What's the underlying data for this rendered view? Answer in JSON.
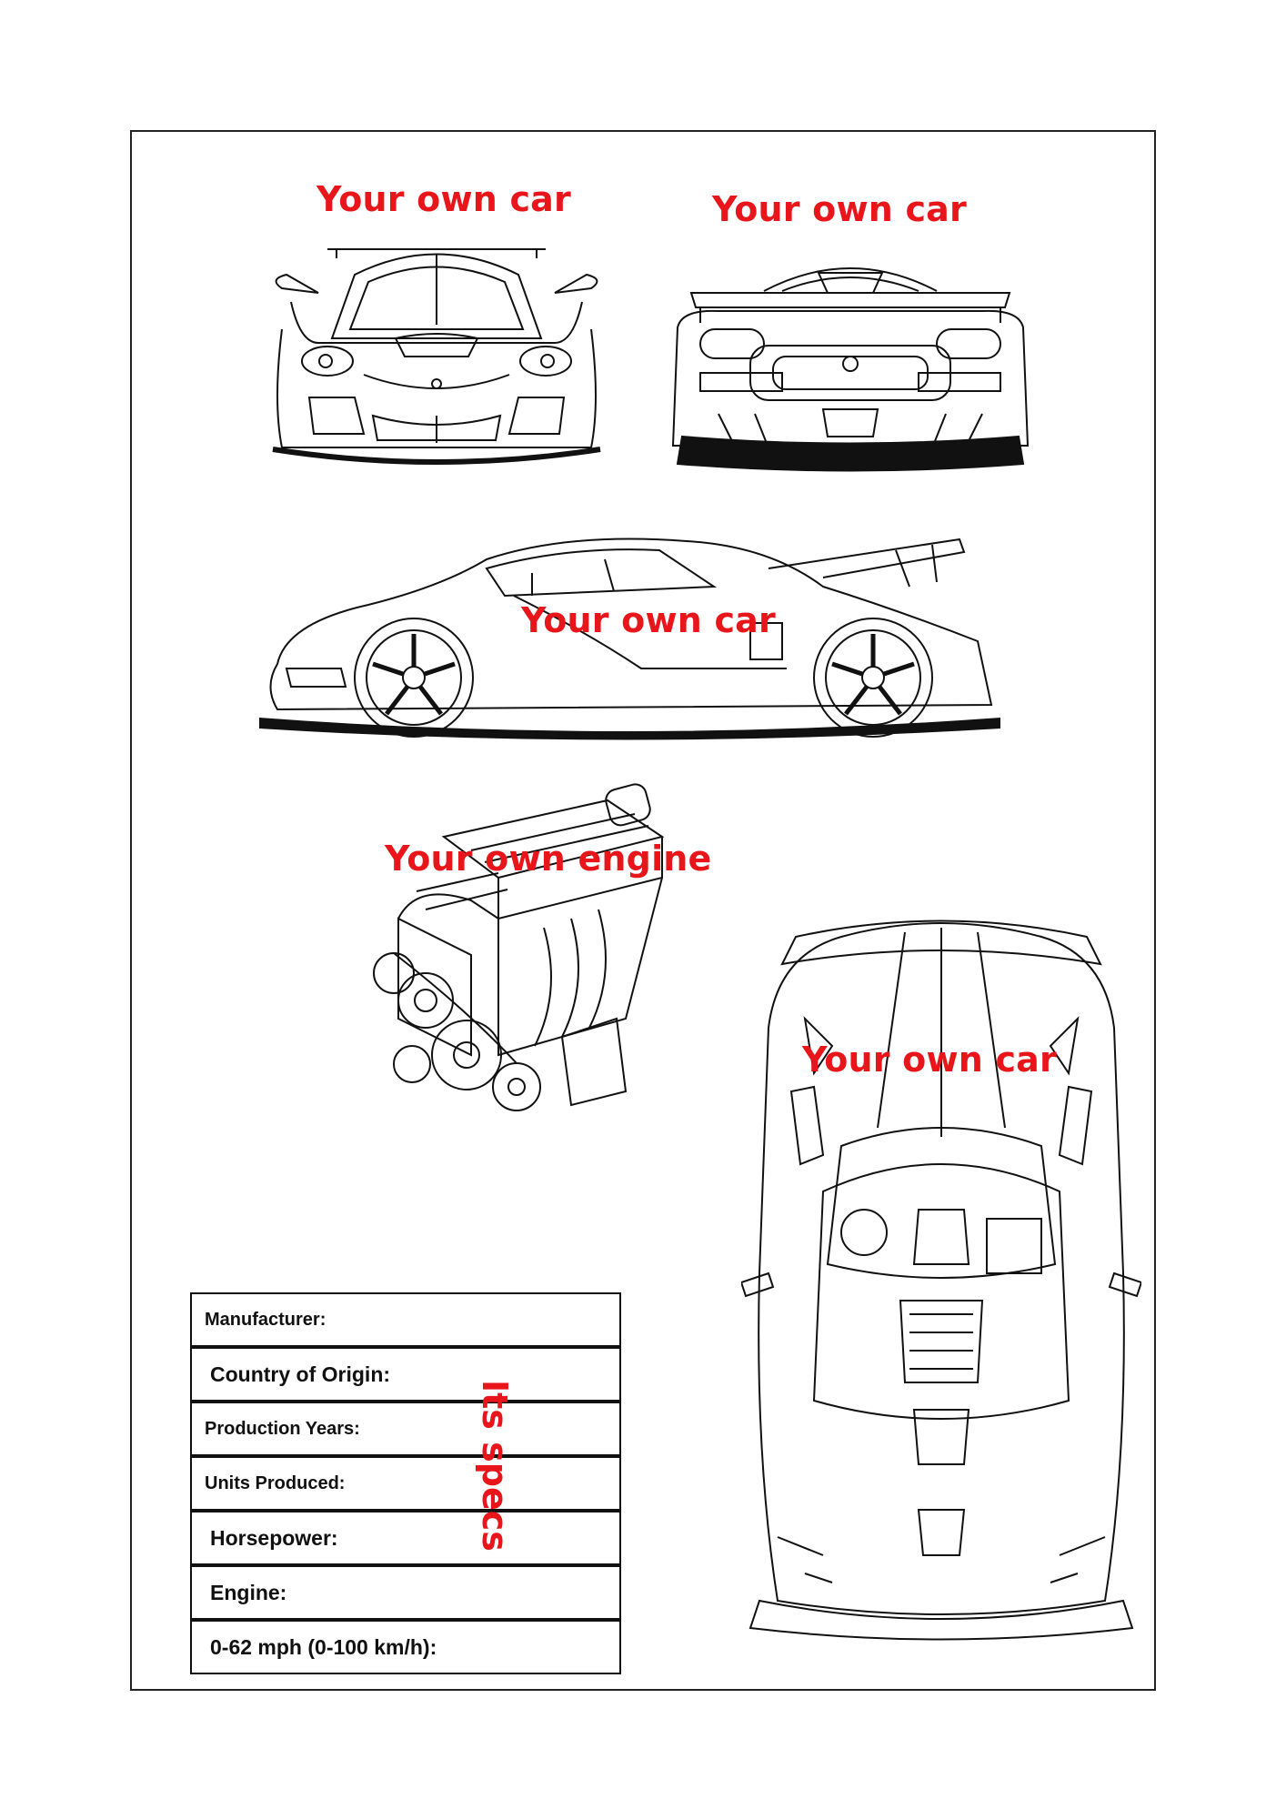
{
  "labels": {
    "front": "Your own car",
    "rear": "Your own car",
    "side": "Your own car",
    "engine": "Your own engine",
    "top": "Your own car",
    "specs_note": "Its specs"
  },
  "specs": {
    "rows": [
      "Manufacturer:",
      "Country of Origin:",
      "Production Years:",
      "Units Produced:",
      "Horsepower:",
      "Engine:",
      "0-62 mph (0-100 km/h):"
    ]
  },
  "colors": {
    "accent": "#e8161b",
    "line": "#111111"
  }
}
